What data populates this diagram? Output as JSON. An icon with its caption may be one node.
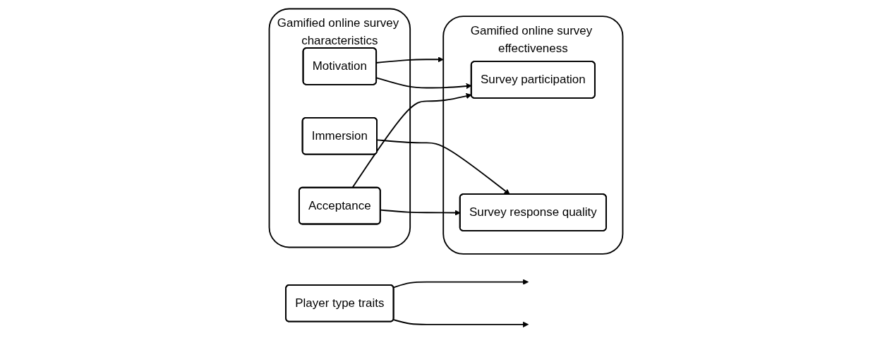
{
  "diagram": {
    "nodes": [
      {
        "text": [
          "Gamified online survey characteristics"
        ]
      },
      {
        "text": [
          "Acceptance"
        ],
        "in": 0
      },
      {
        "text": [
          "Immersion"
        ],
        "in": 0
      },
      {
        "text": [
          "Motivation"
        ],
        "in": 0
      },
      {
        "text": [
          "Gamified online survey effectiveness"
        ]
      },
      {
        "text": [
          "Survey participation"
        ],
        "in": 4
      },
      {
        "text": [
          "Survey response quality"
        ],
        "in": 4
      },
      {
        "text": [
          "Player type traits"
        ]
      }
    ],
    "edges": [
      {
        "from": 1,
        "to": 5,
        "arrow": "to"
      },
      {
        "from": 1,
        "to": 6,
        "arrow": "to"
      },
      {
        "from": 2,
        "to": 6,
        "arrow": "to"
      },
      {
        "from": 3,
        "to": 5,
        "arrow": "to"
      },
      {
        "from": 3,
        "to": 4,
        "arrow": "to"
      },
      {
        "from": 7,
        "to": null,
        "arrow": "to"
      },
      {
        "from": 7,
        "to": null,
        "arrow": "to"
      }
    ]
  }
}
